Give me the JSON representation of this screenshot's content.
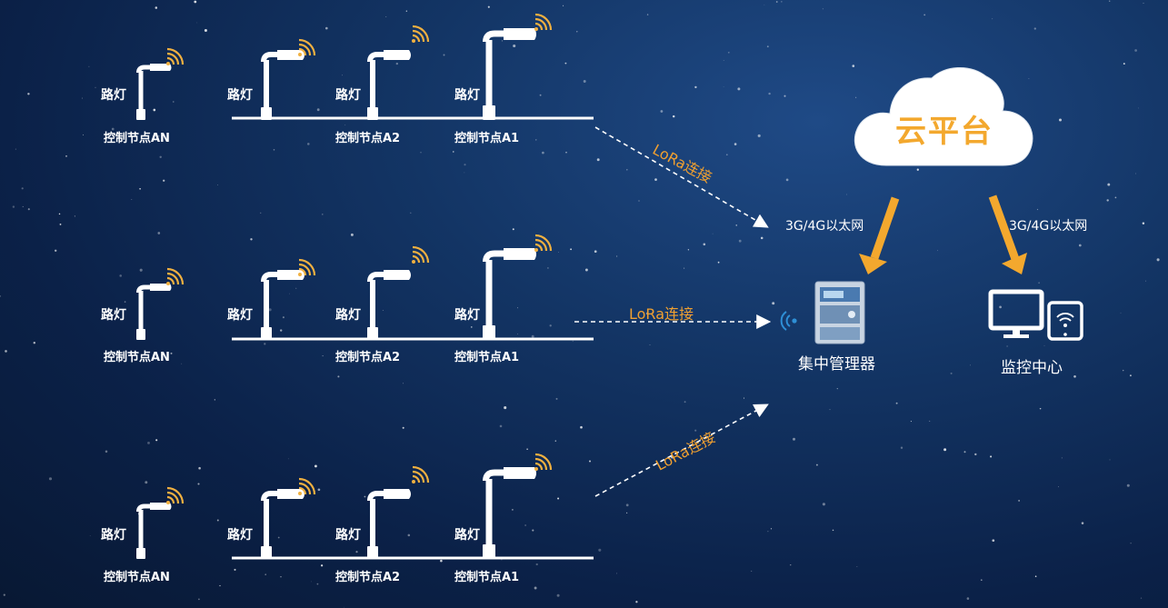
{
  "rows": [
    {
      "lamp_label": "路灯",
      "nodes": [
        "控制节点AN",
        "控制节点A2",
        "控制节点A1"
      ],
      "link": "LoRa连接"
    },
    {
      "lamp_label": "路灯",
      "nodes": [
        "控制节点AN",
        "控制节点A2",
        "控制节点A1"
      ],
      "link": "LoRa连接"
    },
    {
      "lamp_label": "路灯",
      "nodes": [
        "控制节点AN",
        "控制节点A2",
        "控制节点A1"
      ],
      "link": "LoRa连接"
    }
  ],
  "cloud": {
    "label": "云平台"
  },
  "network": {
    "left": "3G/4G以太网",
    "right": "3G/4G以太网"
  },
  "concentrator": {
    "label": "集中管理器"
  },
  "monitor": {
    "label": "监控中心"
  },
  "colors": {
    "accent": "#f3a82e",
    "lora_text": "#f0a030",
    "wifi": "#f0b040",
    "signal": "#2e8fd6"
  }
}
